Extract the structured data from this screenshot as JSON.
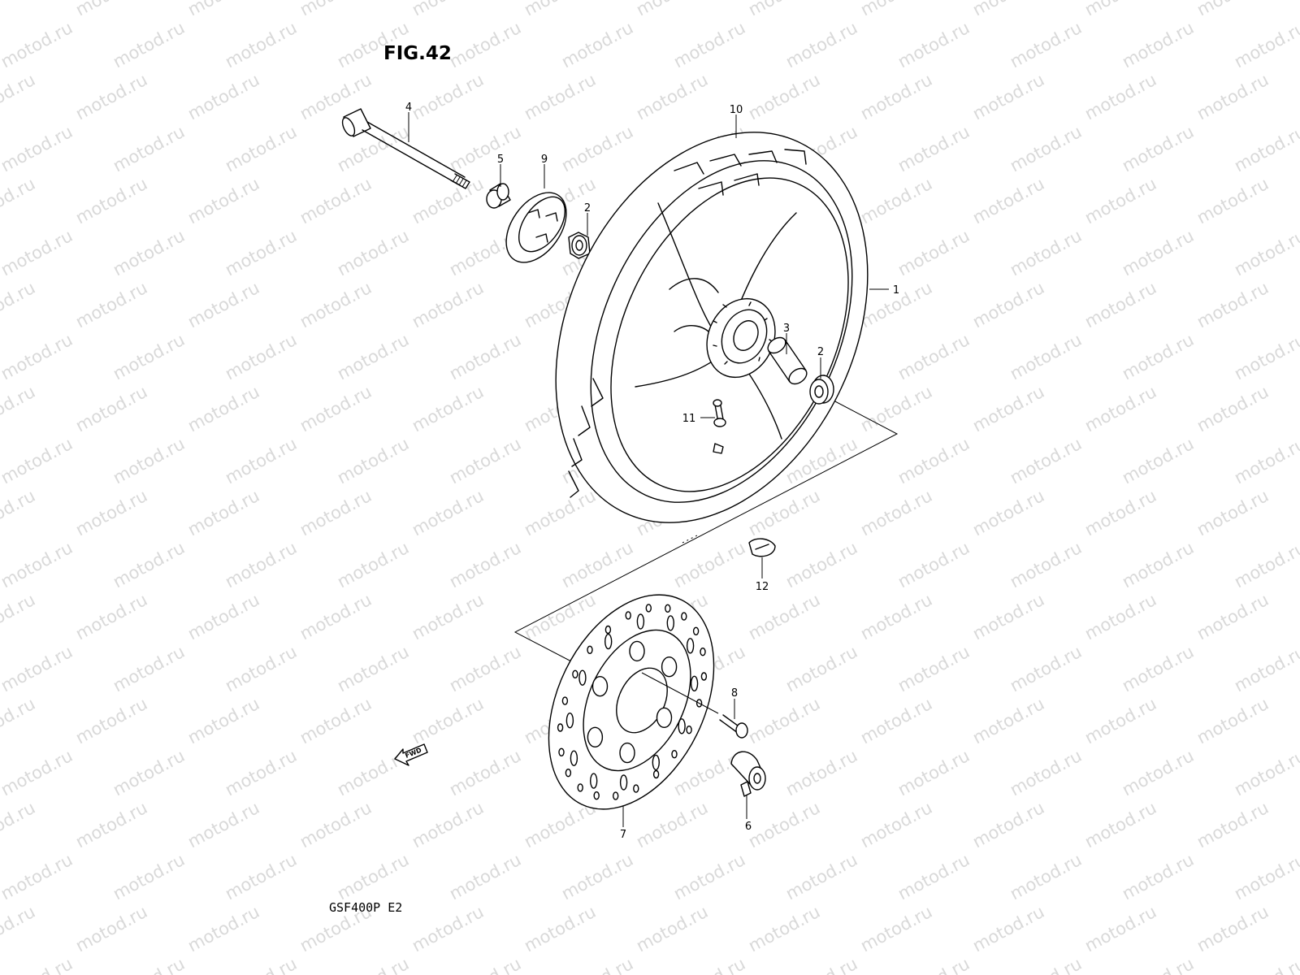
{
  "figure": {
    "title": "FIG.42",
    "model": "GSF400P  E2"
  },
  "watermark": {
    "text": "motod.ru"
  },
  "fwd_arrow": {
    "label": "FWD"
  },
  "callouts": [
    {
      "id": "c1",
      "label": "1"
    },
    {
      "id": "c2a",
      "label": "2"
    },
    {
      "id": "c2b",
      "label": "2"
    },
    {
      "id": "c3",
      "label": "3"
    },
    {
      "id": "c4",
      "label": "4"
    },
    {
      "id": "c5",
      "label": "5"
    },
    {
      "id": "c6",
      "label": "6"
    },
    {
      "id": "c7",
      "label": "7"
    },
    {
      "id": "c8",
      "label": "8"
    },
    {
      "id": "c9",
      "label": "9"
    },
    {
      "id": "c10",
      "label": "10"
    },
    {
      "id": "c11",
      "label": "11"
    },
    {
      "id": "c12",
      "label": "12"
    }
  ]
}
